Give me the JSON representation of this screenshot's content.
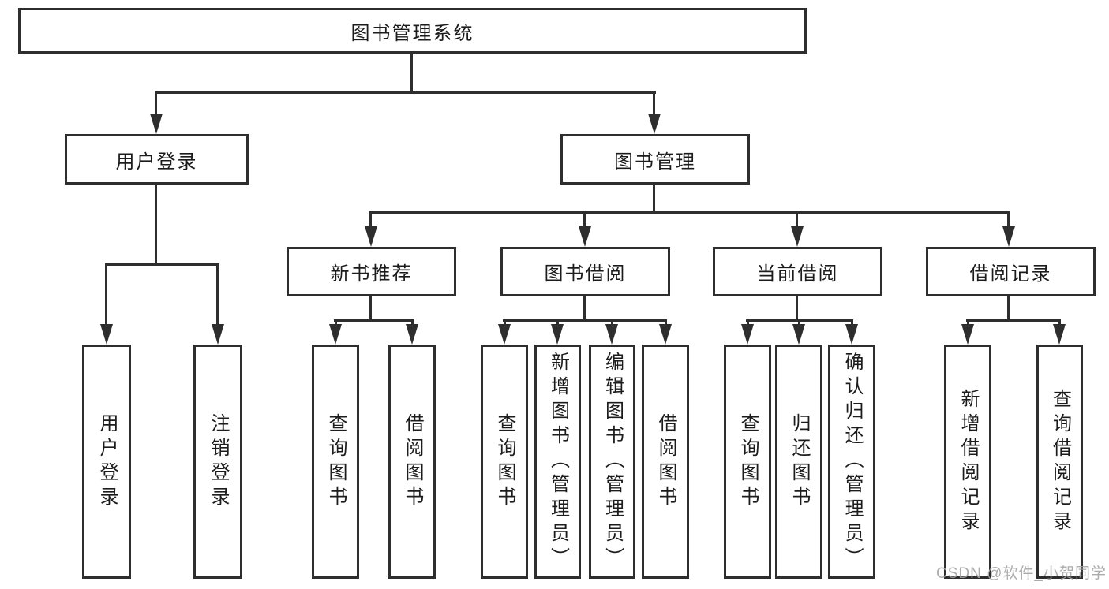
{
  "root": {
    "label": "图书管理系统"
  },
  "branches": {
    "login": {
      "label": "用户登录",
      "children": [
        "用户登录",
        "注销登录"
      ]
    },
    "mgmt": {
      "label": "图书管理",
      "children": [
        {
          "label": "新书推荐",
          "children": [
            "查询图书",
            "借阅图书"
          ]
        },
        {
          "label": "图书借阅",
          "children": [
            "查询图书",
            "新增图书（管理员）",
            "编辑图书（管理员）",
            "借阅图书"
          ]
        },
        {
          "label": "当前借阅",
          "children": [
            "查询图书",
            "归还图书",
            "确认归还（管理员）"
          ]
        },
        {
          "label": "借阅记录",
          "children": [
            "新增借阅记录",
            "查询借阅记录"
          ]
        }
      ]
    }
  },
  "watermark": "CSDN @软件_小贺同学",
  "colors": {
    "line": "#2e2e2e",
    "box_fill": "#ffffff",
    "text": "#1c1c1c",
    "watermark": "#a2a2a2",
    "background": "#ffffff"
  }
}
